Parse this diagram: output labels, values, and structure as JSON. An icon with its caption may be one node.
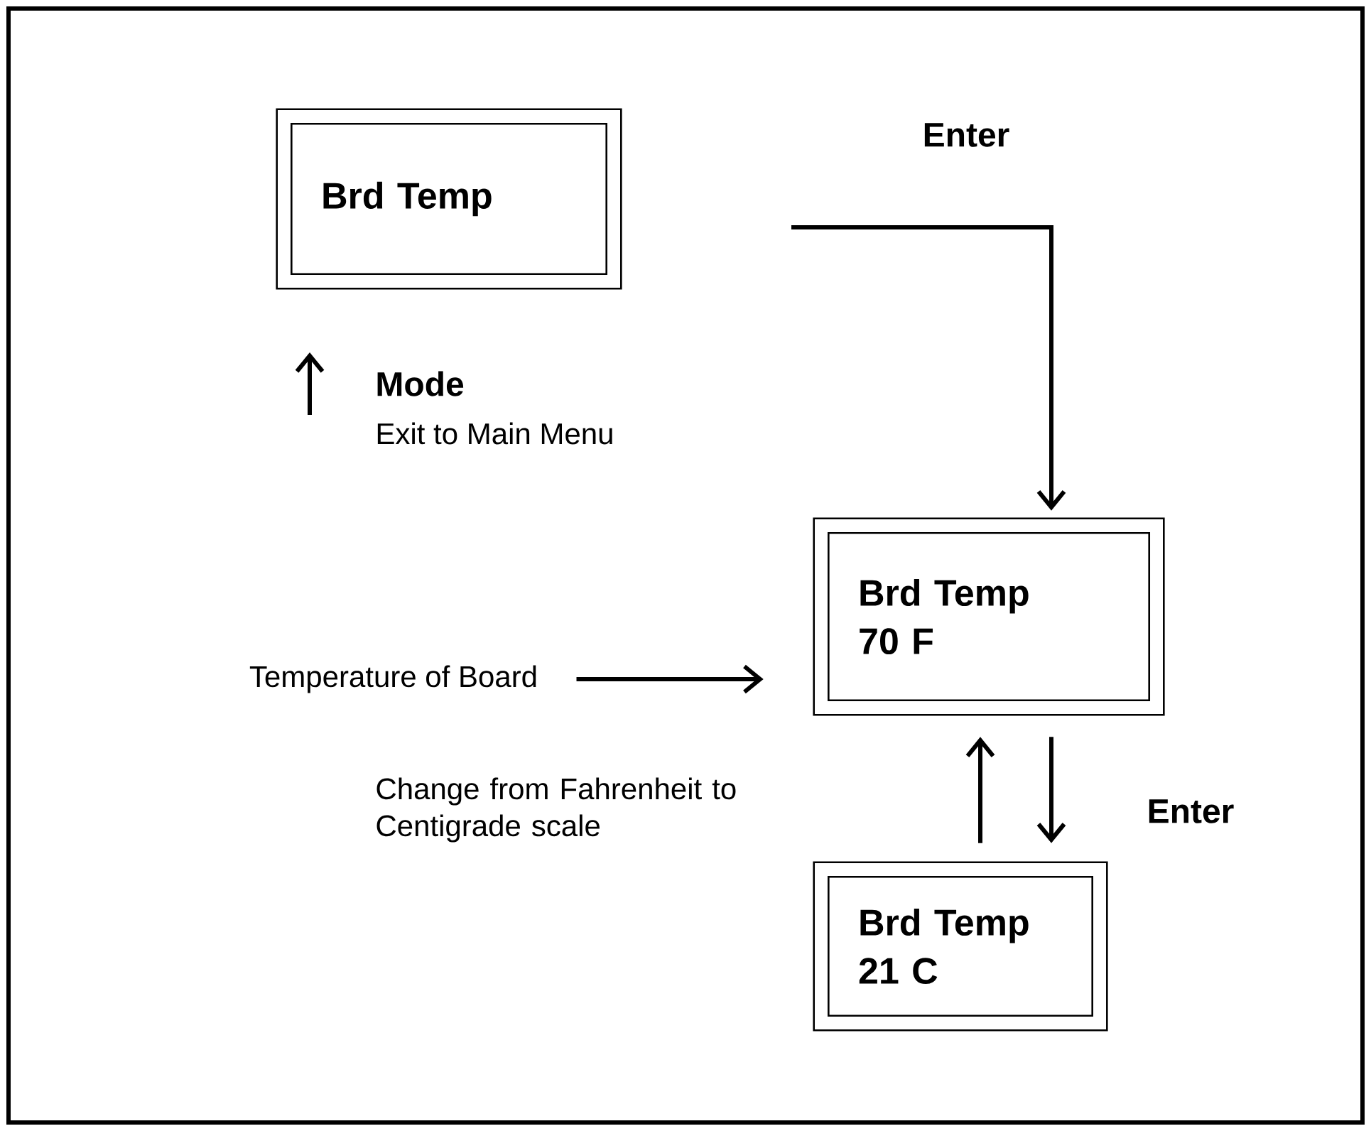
{
  "diagram": {
    "nodes": [
      {
        "text": [
          "Brd Temp"
        ]
      },
      {
        "text": [
          "Brd Temp",
          "70 F"
        ]
      },
      {
        "text": [
          "Brd Temp",
          "21 C"
        ]
      },
      {
        "text": [
          "Temperature of Board"
        ]
      }
    ],
    "edges": [
      {
        "from": null,
        "to": 1,
        "arrow": "to",
        "label": "Enter"
      },
      {
        "from": 3,
        "to": 1,
        "arrow": "to"
      },
      {
        "from": 2,
        "to": 1,
        "arrow": "to"
      },
      {
        "from": 1,
        "to": 2,
        "arrow": "to",
        "label": "Enter"
      }
    ],
    "labels": [
      "Mode",
      "Exit to Main Menu",
      "Change from Fahrenheit to Centigrade scale"
    ]
  }
}
